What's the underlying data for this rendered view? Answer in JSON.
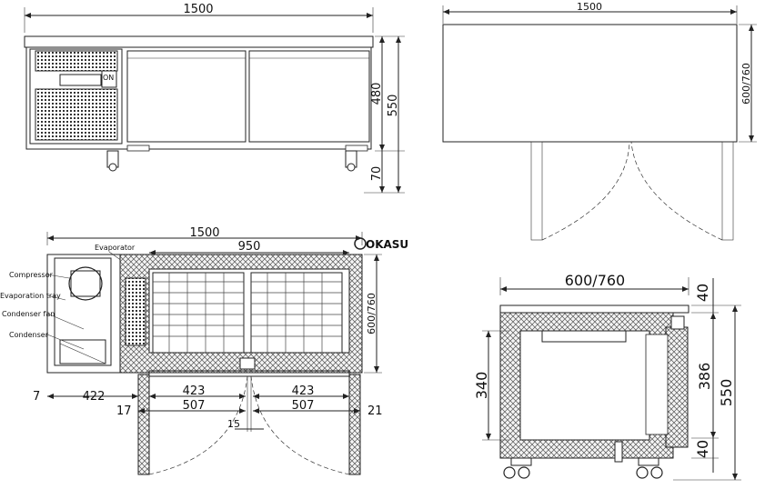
{
  "front_view": {
    "width": "1500",
    "height_body": "480",
    "height_total": "550",
    "leg_height": "70"
  },
  "top_view": {
    "width": "1500",
    "depth": "600/760"
  },
  "plan_view": {
    "width": "1500",
    "inner_width": "950",
    "depth": "600/760",
    "drawer_1": "423",
    "drawer_2": "423",
    "door_1": "507",
    "door_2": "507",
    "gap_center": "15",
    "offset_left": "7",
    "compressor_section": "422",
    "offset_17": "17",
    "offset_21": "21",
    "labels": {
      "evaporator": "Evaporator",
      "compressor": "Compressor",
      "evaporation_tray": "Evaporation tray",
      "condenser_fan": "Condenser fan",
      "condenser": "Condenser"
    },
    "logo": "OKASU"
  },
  "side_view": {
    "depth": "600/760",
    "top_thickness": "40",
    "inner_height": "340",
    "drawer_height": "386",
    "total_height": "550",
    "bottom_thickness": "40"
  }
}
